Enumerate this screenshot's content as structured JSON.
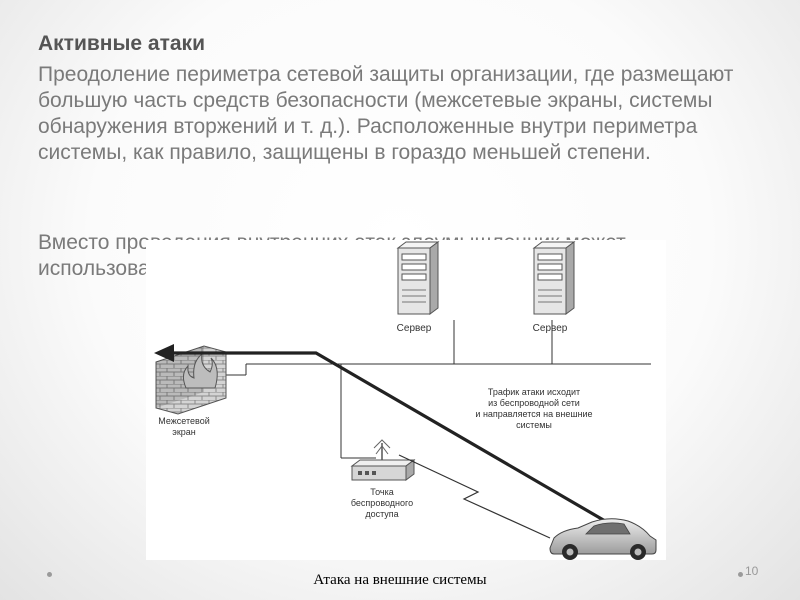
{
  "slide": {
    "title": "Активные атаки",
    "paragraph1": "Преодоление периметра сетевой защиты организации, где размещают большую часть средств безопасности (межсетевые экраны, системы обнаружения вторжений и т. д.). Расположенные внутри периметра системы, как правило, защищены в гораздо меньшей степени.",
    "paragraph2": "Вместо проведения внутренних атак злоумышленник может использовать беспроводную сеть для атаки извне.",
    "caption": "Атака на внешние системы",
    "page_number": "10"
  },
  "diagram": {
    "server_left_label": "Сервер",
    "server_right_label": "Сервер",
    "firewall_label": [
      "Межсетевой",
      "экран"
    ],
    "access_point_label": [
      "Точка",
      "беспроводного",
      "доступа"
    ],
    "attack_note": [
      "Трафик атаки исходит",
      "из беспроводной сети",
      "и направляется на внешние",
      "системы"
    ]
  },
  "colors": {
    "title": "#555555",
    "body_text": "#7a7a7a",
    "diagram_line": "#333333"
  }
}
